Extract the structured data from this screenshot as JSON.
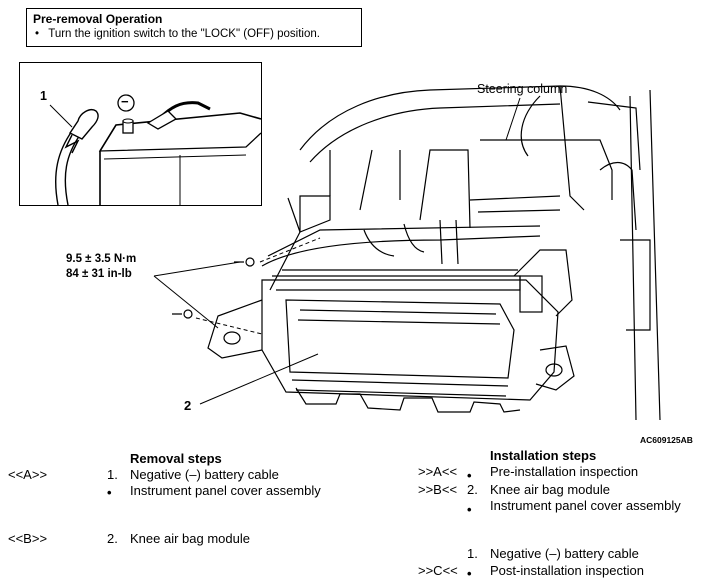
{
  "pre_removal": {
    "title": "Pre-removal Operation",
    "bullet": "•",
    "text": "Turn the ignition switch to the \"LOCK\" (OFF) position."
  },
  "figure": {
    "callout_1": "1",
    "callout_2": "2",
    "minus_sign": "−",
    "steering_column": "Steering column",
    "torque_nm": "9.5 ± 3.5 N·m",
    "torque_inlb": "84 ± 31 in-lb",
    "code": "AC609125AB"
  },
  "removal": {
    "heading": "Removal steps",
    "rows": [
      {
        "mark": "<<A>>",
        "num": "1.",
        "bullet": "",
        "text": "Negative (–) battery cable"
      },
      {
        "mark": "",
        "num": "",
        "bullet": "•",
        "text": "Instrument panel cover assembly"
      },
      {
        "mark": "<<B>>",
        "num": "2.",
        "bullet": "",
        "text": "Knee air bag module"
      }
    ]
  },
  "installation": {
    "heading": "Installation steps",
    "rows": [
      {
        "mark": ">>A<<",
        "num": "",
        "bullet": "•",
        "text": "Pre-installation inspection"
      },
      {
        "mark": ">>B<<",
        "num": "2.",
        "bullet": "",
        "text": "Knee air bag module"
      },
      {
        "mark": "",
        "num": "",
        "bullet": "•",
        "text": "Instrument panel cover assembly"
      },
      {
        "mark": "",
        "num": "1.",
        "bullet": "",
        "text": "Negative (–) battery cable"
      },
      {
        "mark": ">>C<<",
        "num": "",
        "bullet": "•",
        "text": "Post-installation inspection"
      }
    ]
  }
}
